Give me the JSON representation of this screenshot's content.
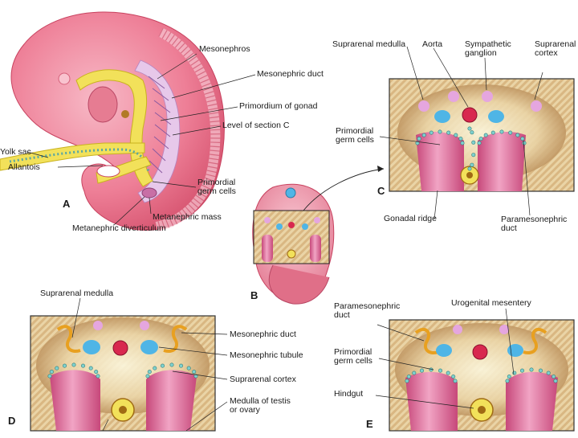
{
  "panels": {
    "a": {
      "letter": "A",
      "labels": {
        "mesonephros": "Mesonephros",
        "mesonephric_duct": "Mesonephric duct",
        "primordium_gonad": "Primordium of gonad",
        "level_section_c": "Level of section C",
        "yolk_sac": "Yolk sac",
        "allantois": "Allantois",
        "primordial_germ_cells": "Primordial\ngerm cells",
        "metanephric_mass": "Metanephric mass",
        "metanephric_diverticulum": "Metanephric diverticulum"
      }
    },
    "b": {
      "letter": "B"
    },
    "c": {
      "letter": "C",
      "labels": {
        "suprarenal_medulla": "Suprarenal medulla",
        "aorta": "Aorta",
        "sympathetic_ganglion": "Sympathetic\nganglion",
        "suprarenal_cortex": "Suprarenal\ncortex",
        "primordial_germ_cells": "Primordial\ngerm cells",
        "gonadal_ridge": "Gonadal ridge",
        "paramesonephric_duct": "Paramesonephric\nduct"
      }
    },
    "d": {
      "letter": "D",
      "labels": {
        "suprarenal_medulla": "Suprarenal medulla",
        "mesonephric_duct": "Mesonephric duct",
        "mesonephric_tubule": "Mesonephric tubule",
        "suprarenal_cortex": "Suprarenal cortex",
        "medulla_testis_ovary": "Medulla of testis\nor ovary"
      }
    },
    "e": {
      "letter": "E",
      "labels": {
        "paramesonephric_duct": "Paramesonephric\nduct",
        "urogenital_mesentery": "Urogenital mesentery",
        "primordial_germ_cells": "Primordial\ngerm cells",
        "hindgut": "Hindgut"
      }
    }
  },
  "colors": {
    "embryo_pink": "#e8677f",
    "embryo_light": "#f2a5b5",
    "mesonephric_yellow": "#f2e15a",
    "section_tan": "#d9b98a",
    "section_brown": "#a8743d",
    "duct_pink": "#d96ea0",
    "tubule_blue": "#4fb5e6",
    "aorta_red": "#d8284f",
    "germ_cell_teal": "#7fd1cf",
    "frame_outline": "#333333"
  }
}
